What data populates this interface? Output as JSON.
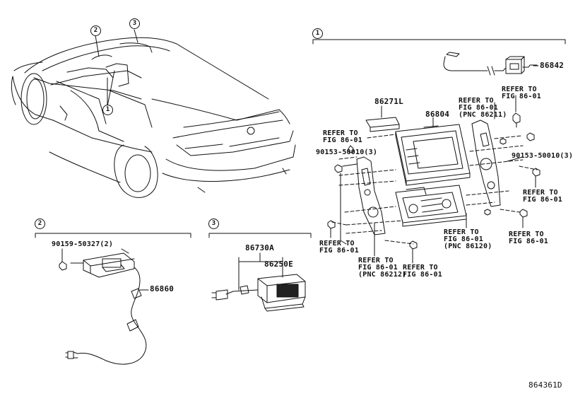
{
  "callouts": {
    "c1": "1",
    "c2": "2",
    "c3": "3"
  },
  "section1": {
    "parts": {
      "p86842": "86842",
      "p86271l": "86271L",
      "p86804": "86804",
      "bolt_left": "90153-50010(3)",
      "bolt_right": "90153-50010(3)"
    },
    "refs": {
      "r1": [
        "REFER TO",
        "FIG 86-01",
        "(PNC 86211)"
      ],
      "r2": [
        "REFER TO",
        "FIG 86-01"
      ],
      "r3": [
        "REFER TO",
        "FIG 86-01"
      ],
      "r4": [
        "REFER TO",
        "FIG 86-01"
      ],
      "r5": [
        "REFER TO",
        "FIG 86-01"
      ],
      "r6": [
        "REFER TO",
        "FIG 86-01"
      ],
      "r7": [
        "REFER TO",
        "FIG 86-01",
        "(PNC 86120)"
      ],
      "r8": [
        "REFER TO",
        "FIG 86-01",
        "(PNC 86212)"
      ],
      "r9": [
        "REFER TO",
        "FIG 86-01"
      ]
    }
  },
  "section2": {
    "bolt": "90159-50327(2)",
    "part": "86860"
  },
  "section3": {
    "p86730a": "86730A",
    "p86250e": "86250E"
  },
  "footer": {
    "diagram_id": "864361D"
  }
}
